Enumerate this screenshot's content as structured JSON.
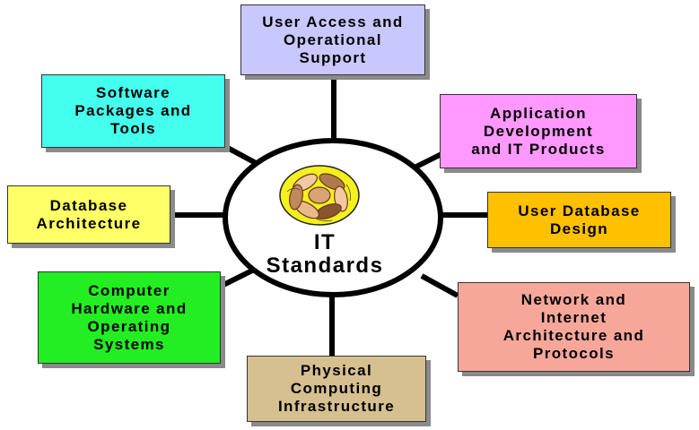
{
  "center": {
    "title": "IT\nStandards",
    "emblem": "joined-hands-icon"
  },
  "nodes": [
    {
      "id": "user-access",
      "label": "User Access and\nOperational\nSupport",
      "color": "#c8c8ff"
    },
    {
      "id": "application-development",
      "label": "Application\nDevelopment\nand IT Products",
      "color": "#ff99ff"
    },
    {
      "id": "user-database-design",
      "label": "User Database\nDesign",
      "color": "#ffc000"
    },
    {
      "id": "network-internet",
      "label": "Network and\nInternet\nArchitecture and\nProtocols",
      "color": "#f7a79a"
    },
    {
      "id": "physical-computing",
      "label": "Physical\nComputing\nInfrastructure",
      "color": "#d6c090"
    },
    {
      "id": "computer-hardware",
      "label": "Computer\nHardware and\nOperating\nSystems",
      "color": "#22ee22"
    },
    {
      "id": "database-architecture",
      "label": "Database\nArchitecture",
      "color": "#ffff66"
    },
    {
      "id": "software-packages",
      "label": "Software\nPackages and\nTools",
      "color": "#44ffee"
    }
  ]
}
